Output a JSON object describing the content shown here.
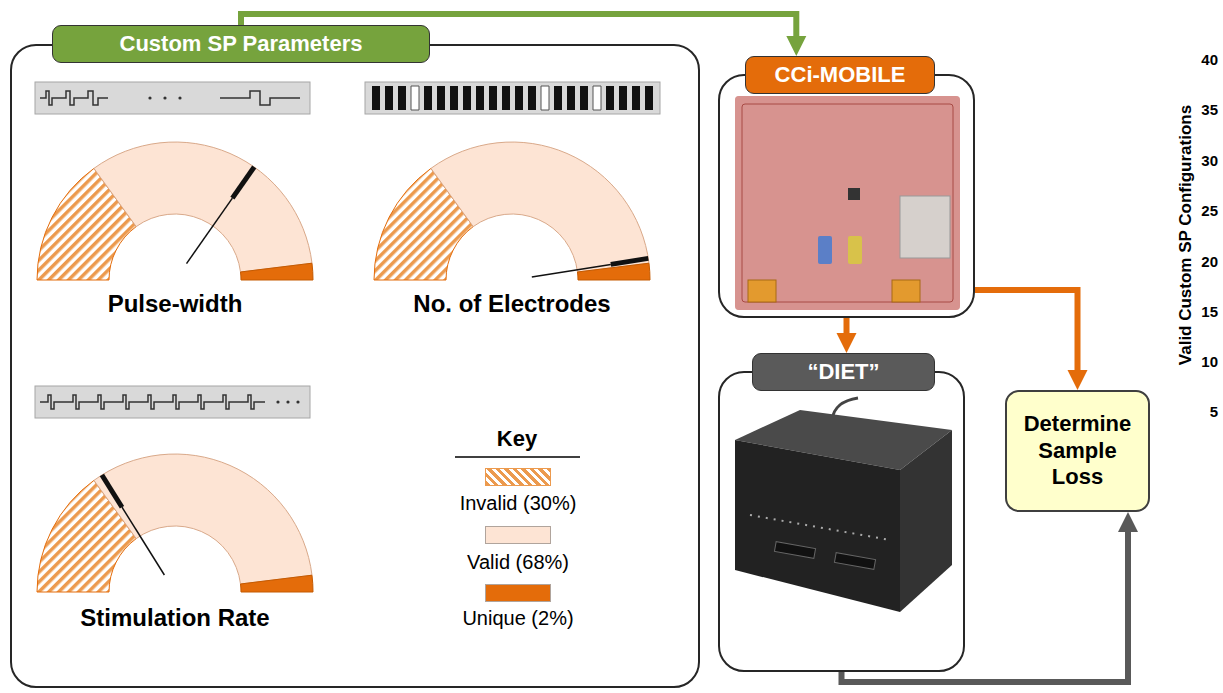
{
  "diagram": {
    "nodes": [
      {
        "text": [
          "Custom SP Parameters"
        ]
      },
      {
        "text": [
          "CCi-MOBILE"
        ]
      },
      {
        "text": [
          "“DIET”"
        ]
      },
      {
        "text": [
          "Determine Sample Loss"
        ]
      }
    ],
    "edges": [
      {
        "from": 0,
        "to": 1,
        "arrow": "to"
      },
      {
        "from": 1,
        "to": 2,
        "arrow": "to"
      },
      {
        "from": 1,
        "to": 3,
        "arrow": "to"
      },
      {
        "from": 2,
        "to": 3,
        "arrow": "to"
      }
    ],
    "labels": [
      "Pulse-width",
      "No. of Electrodes",
      "Key",
      "Stimulation Rate",
      "Valid Custom SP Configurations",
      "40",
      "35",
      "30",
      "25",
      "20",
      "15",
      "10",
      "5"
    ],
    "legend": [
      {
        "text": "Invalid (30%)",
        "color": "#ec9a4e"
      },
      {
        "text": "Valid (68%)",
        "color": "#fde4d4"
      },
      {
        "text": "Unique (2%)",
        "color": "#e46c0a"
      }
    ]
  }
}
